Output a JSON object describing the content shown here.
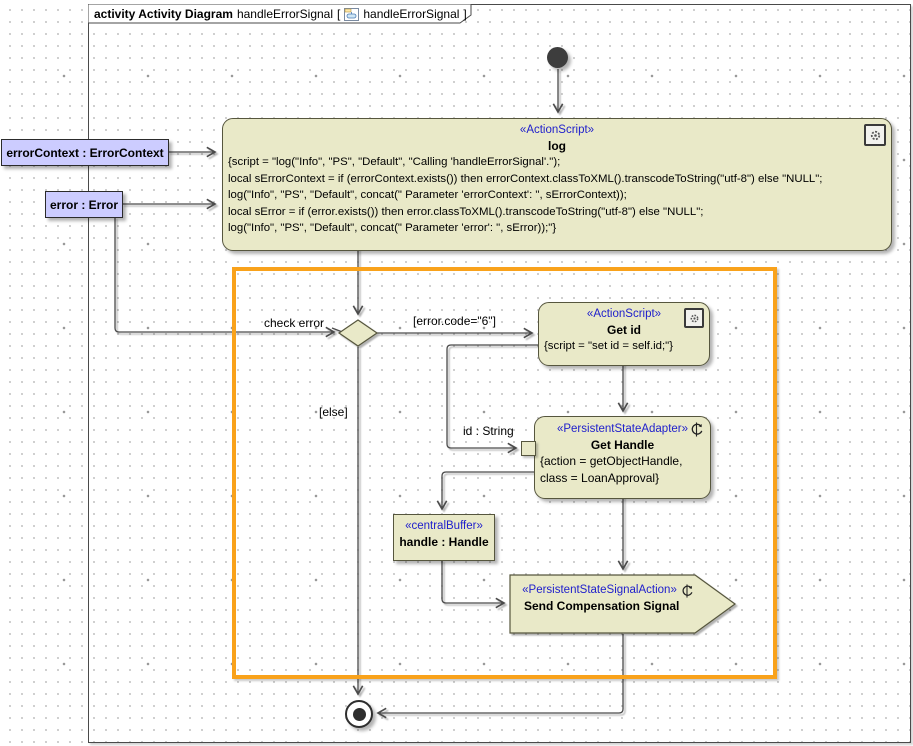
{
  "frame": {
    "keyword": "activity Activity Diagram",
    "name": "handleErrorSignal",
    "bracket_open": "[",
    "bracket_close": "]",
    "ref": "handleErrorSignal"
  },
  "nodes": {
    "log": {
      "stereotype": "«ActionScript»",
      "name": "log",
      "script_lines": [
        "{script = \"log(\"Info\", \"PS\", \"Default\", \"Calling 'handleErrorSignal'.\");",
        "local sErrorContext = if (errorContext.exists()) then errorContext.classToXML().transcodeToString(\"utf-8\") else \"NULL\";",
        "log(\"Info\", \"PS\", \"Default\", concat(\" Parameter 'errorContext': \", sErrorContext));",
        "local sError = if (error.exists()) then error.classToXML().transcodeToString(\"utf-8\") else \"NULL\";",
        "log(\"Info\", \"PS\", \"Default\", concat(\" Parameter 'error': \", sError));\"}"
      ]
    },
    "error_context_object": {
      "label": "errorContext : ErrorContext"
    },
    "error_object": {
      "label": "error : Error"
    },
    "decision": {
      "name": "check error"
    },
    "get_id": {
      "stereotype": "«ActionScript»",
      "name": "Get id",
      "script": "{script = \"set id = self.id;\"}"
    },
    "get_handle": {
      "stereotype": "«PersistentStateAdapter»",
      "name": "Get Handle",
      "prop_line1": "{action = getObjectHandle,",
      "prop_line2": "class = LoanApproval}",
      "pin_label": "id : String"
    },
    "central_buffer": {
      "stereotype": "«centralBuffer»",
      "name": "handle : Handle"
    },
    "send_signal": {
      "stereotype": "«PersistentStateSignalAction»",
      "name": "Send Compensation Signal"
    }
  },
  "edges": {
    "guard_code": "[error.code=\"6\"]",
    "guard_else": "[else]"
  },
  "colors": {
    "node_fill": "#E9E9C8",
    "node_border": "#56563E",
    "stereotype_blue": "#2020CC",
    "object_fill": "#CCCCFF",
    "region_orange": "#F9A21B",
    "edge": "#4B4B4B"
  }
}
